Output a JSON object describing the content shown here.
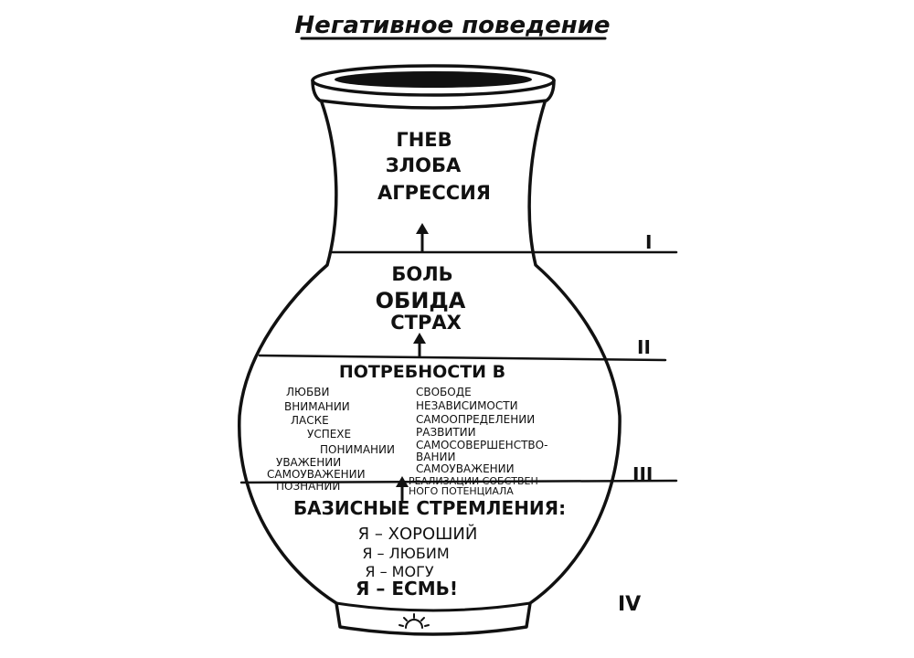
{
  "title": "Негативное поведение",
  "level_1": {
    "label": "I",
    "items": [
      "ГНЕВ",
      "ЗЛОБА",
      "АГРЕССИЯ"
    ]
  },
  "level_2": {
    "label": "II",
    "items": [
      "БОЛЬ",
      "ОБИДА",
      "СТРАХ"
    ]
  },
  "level_3": {
    "label": "III",
    "heading": "ПОТРЕБНОСТИ В",
    "left_items": [
      "ЛЮБВИ",
      "ВНИМАНИИ",
      "ЛАСКЕ",
      "УСПЕХЕ",
      "ПОНИМАНИИ",
      "УВАЖЕНИИ",
      "САМОУВАЖЕНИИ",
      "ПОЗНАНИИ"
    ],
    "right_items": [
      "СВОБОДЕ",
      "НЕЗАВИСИМОСТИ",
      "САМООПРЕДЕЛЕНИИ",
      "РАЗВИТИИ",
      "САМОСОВЕРШЕНСТВО-",
      "ВАНИИ",
      "САМОУВАЖЕНИИ",
      "РЕАЛИЗАЦИИ СОБСТВЕН-",
      "НОГО ПОТЕНЦИАЛА"
    ]
  },
  "level_4": {
    "label": "IV",
    "heading": "БАЗИСНЫЕ СТРЕМЛЕНИЯ:",
    "items": [
      "Я – ХОРОШИЙ",
      "Я – ЛЮБИМ",
      "Я – МОГУ",
      "Я – ЕСМЬ!"
    ]
  },
  "sun_icon": "sun-icon"
}
